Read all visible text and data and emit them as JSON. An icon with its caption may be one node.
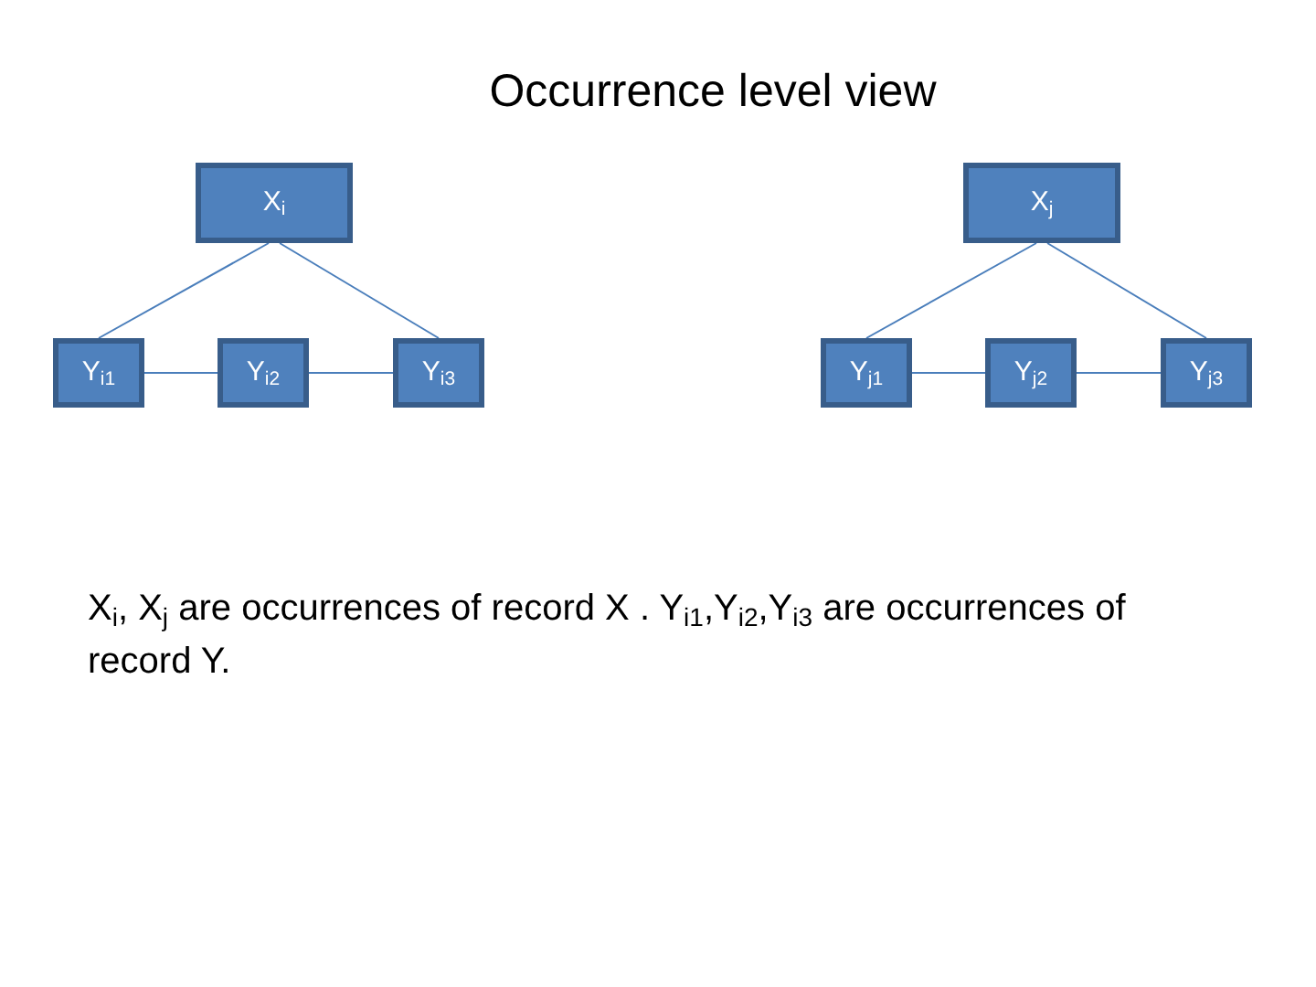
{
  "diagram": {
    "title": "Occurrence level view",
    "nodes": [
      {
        "text": [
          "X$_{i}$"
        ]
      },
      {
        "text": [
          "X$_{j}$"
        ]
      },
      {
        "text": [
          "Y$_{i1}$"
        ]
      },
      {
        "text": [
          "Y$_{i2}$"
        ]
      },
      {
        "text": [
          "Y$_{i3}$"
        ]
      },
      {
        "text": [
          "Y$_{j1}$"
        ]
      },
      {
        "text": [
          "Y$_{j2}$"
        ]
      },
      {
        "text": [
          "Y$_{j3}$"
        ]
      }
    ],
    "edges": [
      {
        "from": 0,
        "to": 2,
        "arrow": "none"
      },
      {
        "from": 0,
        "to": 4,
        "arrow": "none"
      },
      {
        "from": 2,
        "to": 3,
        "arrow": "none"
      },
      {
        "from": 3,
        "to": 4,
        "arrow": "none"
      },
      {
        "from": 1,
        "to": 5,
        "arrow": "none"
      },
      {
        "from": 1,
        "to": 7,
        "arrow": "none"
      },
      {
        "from": 5,
        "to": 6,
        "arrow": "none"
      },
      {
        "from": 6,
        "to": 7,
        "arrow": "none"
      }
    ],
    "caption": "X$_{i}$, X$_{j}$ are occurrences of record X . Y$_{i1}$,Y$_{i2}$,Y$_{i3}$ are occurrences of record Y."
  }
}
